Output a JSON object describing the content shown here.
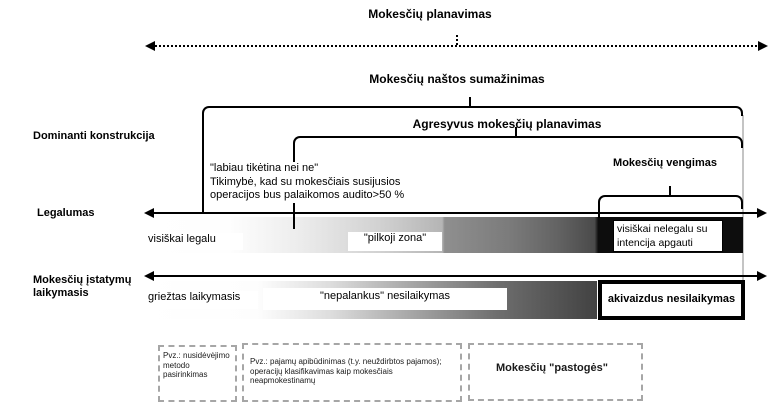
{
  "titles": {
    "main": "Mokesčių planavimas",
    "burden_reduction": "Mokesčių naštos sumažinimas",
    "aggressive_planning": "Agresyvus mokesčių planavimas",
    "tax_avoidance": "Mokesčių vengimas"
  },
  "row_labels": {
    "construction": "Dominanti konstrukcija",
    "legality": "Legalumas",
    "compliance": "Mokesčių įstatymų laikymasis"
  },
  "probability_note": {
    "line1": "\"labiau tikėtina nei ne\"",
    "line2": "Tikimybė, kad su mokesčiais susijusios",
    "line3": "operacijos bus palaikomos audito>50 %"
  },
  "legality_bar": {
    "left_label": "visiškai legalu",
    "middle_label": "\"pilkoji zona\"",
    "right_label_line1": "visiškai nelegalu su",
    "right_label_line2": "intencija apgauti"
  },
  "compliance_bar": {
    "left_label": "griežtas laikymasis",
    "middle_label": "\"nepalankus\" nesilaikymas",
    "right_label": "akivaizdus nesilaikymas"
  },
  "examples": [
    {
      "text": "Pvz.: nusidėvėjimo metodo pasirinkimas"
    },
    {
      "text": "Pvz.: pajamų apibūdinimas (t.y. neuždirbtos pajamos); operacijų klasifikavimas kaip mokesčiais neapmokestinamų"
    },
    {
      "text": "Mokesčių \"pastogės\""
    }
  ],
  "colors": {
    "legal_end": "#ffffff",
    "illegal_end": "#000000",
    "divider_gray": "#c4c4c4"
  }
}
